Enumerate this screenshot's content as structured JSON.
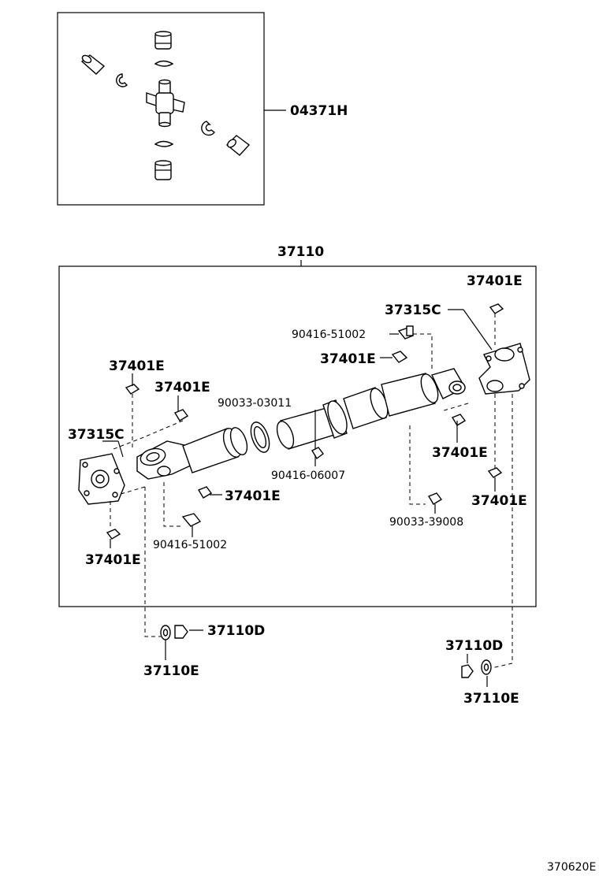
{
  "labels": {
    "top_kit": "04371H",
    "assembly": "37110",
    "washer_tr": "37401E",
    "yoke_r": "37315C",
    "fitting_top": "90416-51002",
    "washer_center": "37401E",
    "washer_l_top": "37401E",
    "washer_l_mid": "37401E",
    "bolt_mid": "90033-03011",
    "yoke_l": "37315C",
    "washer_l_low": "37401E",
    "fitting_mid": "90416-06007",
    "washer_r_mid": "37401E",
    "washer_r_low": "37401E",
    "washer_bl": "37401E",
    "fitting_low": "90416-51002",
    "bolt_r": "90033-39008",
    "nut_l_d": "37110D",
    "nut_l_e": "37110E",
    "nut_r_d": "37110D",
    "nut_r_e": "37110E",
    "code": "370620E"
  }
}
